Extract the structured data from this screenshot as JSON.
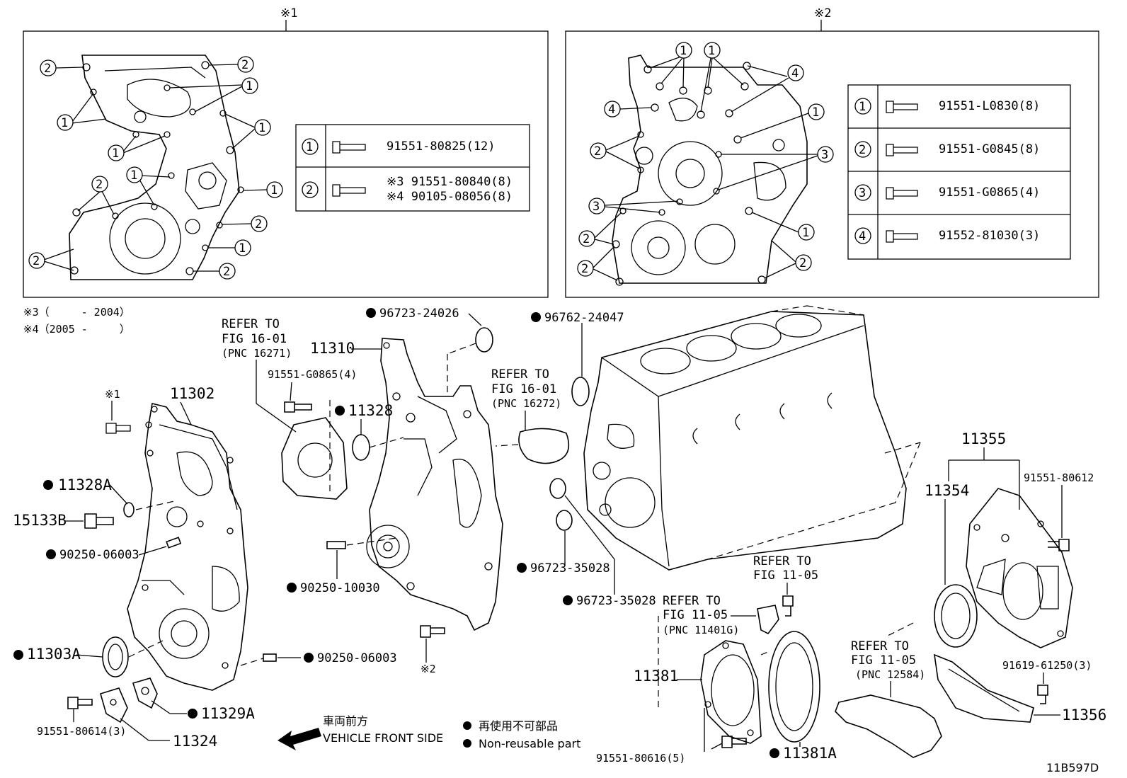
{
  "inset1": {
    "marker": "※1",
    "table": [
      {
        "num": "1",
        "part": "91551-80825(12)"
      },
      {
        "num": "2",
        "part_a": "※3 91551-80840(8)",
        "part_b": "※4 90105-08056(8)"
      }
    ]
  },
  "inset2": {
    "marker": "※2",
    "table": [
      {
        "num": "1",
        "part": "91551-L0830(8)"
      },
      {
        "num": "2",
        "part": "91551-G0845(8)"
      },
      {
        "num": "3",
        "part": "91551-G0865(4)"
      },
      {
        "num": "4",
        "part": "91552-81030(3)"
      }
    ]
  },
  "notes": {
    "n3": "※3（　　　- 2004）",
    "n4": "※4（2005 -　　　）"
  },
  "labels": {
    "p11302": "11302",
    "p11310": "11310",
    "p11328": "11328",
    "p11328A": "11328A",
    "p15133B": "15133B",
    "p90250_06003a": "90250-06003",
    "p90250_06003b": "90250-06003",
    "p90250_10030": "90250-10030",
    "p11303A": "11303A",
    "p11329A": "11329A",
    "p11324": "11324",
    "p91551_80614": "91551-80614(3)",
    "p91551_G0865": "91551-G0865(4)",
    "p96723_24026": "96723-24026",
    "p96762_24047": "96762-24047",
    "p96723_35028a": "96723-35028",
    "p96723_35028b": "96723-35028",
    "p11355": "11355",
    "p11354": "11354",
    "p91551_80612": "91551-80612",
    "p91619_61250": "91619-61250(3)",
    "p11356": "11356",
    "p11381": "11381",
    "p11381A": "11381A",
    "p91551_80616": "91551-80616(5)",
    "mark1": "※1",
    "mark2": "※2",
    "ref1a": "REFER TO",
    "ref1b": "FIG 16-01",
    "ref1c": "(PNC 16271)",
    "ref2a": "REFER TO",
    "ref2b": "FIG 16-01",
    "ref2c": "(PNC 16272)",
    "ref3a": "REFER TO",
    "ref3b": "FIG 11-05",
    "ref4a": "REFER TO",
    "ref4b": "FIG 11-05",
    "ref4c": "(PNC 11401G)",
    "ref5a": "REFER TO",
    "ref5b": "FIG 11-05",
    "ref5c": "(PNC 12584)"
  },
  "legend": {
    "front_jp": "車両前方",
    "front_en": "VEHICLE FRONT SIDE",
    "nonreuse_jp": "再使用不可部品",
    "nonreuse_en": "Non-reusable part"
  },
  "figure_id": "11B597D"
}
